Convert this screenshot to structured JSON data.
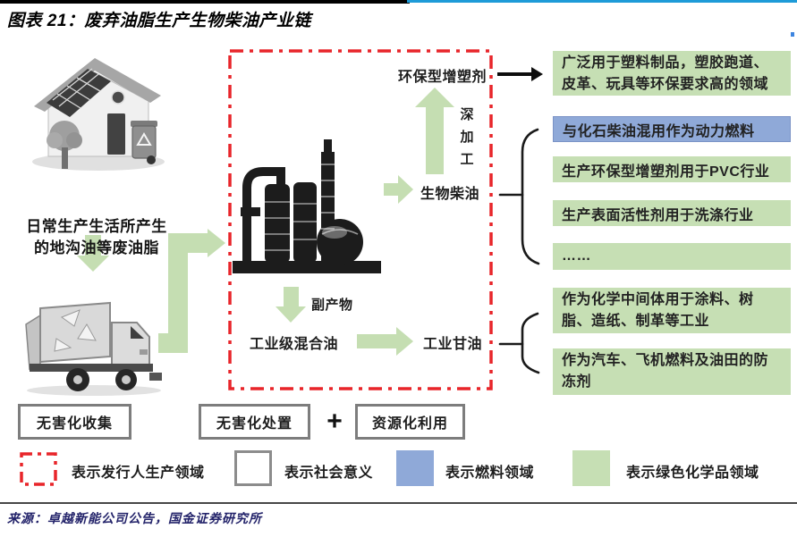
{
  "title": "图表 21：废弃油脂生产生物柴油产业链",
  "left": {
    "caption": "日常生产生活所产生的地沟油等废油脂",
    "collect_label": "无害化收集"
  },
  "process": {
    "plasticizer": "环保型增塑剂",
    "deep_processing": "深加工",
    "biodiesel": "生物柴油",
    "byproduct": "副产物",
    "mixed_oil": "工业级混合油",
    "glycerin": "工业甘油"
  },
  "right_items": [
    {
      "type": "green",
      "text": "广泛用于塑料制品，塑胶跑道、皮革、玩具等环保要求高的领域"
    },
    {
      "type": "blue",
      "text": "与化石柴油混用作为动力燃料"
    },
    {
      "type": "green",
      "text": "生产环保型增塑剂用于PVC行业"
    },
    {
      "type": "green",
      "text": "生产表面活性剂用于洗涤行业"
    },
    {
      "type": "green",
      "text": "……"
    },
    {
      "type": "green",
      "text": "作为化学中间体用于涂料、树脂、造纸、制革等工业"
    },
    {
      "type": "green",
      "text": "作为汽车、飞机燃料及油田的防冻剂"
    }
  ],
  "bottom": {
    "disposal": "无害化处置",
    "plus": "+",
    "resource": "资源化利用"
  },
  "legend": {
    "items": [
      {
        "swatch": "red-dashed-box",
        "label": "表示发行人生产领域"
      },
      {
        "swatch": "white-box",
        "label": "表示社会意义"
      },
      {
        "swatch": "blue-box",
        "label": "表示燃料领域"
      },
      {
        "swatch": "green-box",
        "label": "表示绿色化学品领域"
      }
    ]
  },
  "source": "来源：卓越新能公司公告，国金证券研究所",
  "icons": {
    "house": "house-with-solar-panels-icon",
    "truck": "garbage-truck-icon",
    "plant": "refinery-plant-icon"
  },
  "colors": {
    "green_area": "#c6dfb4",
    "blue_area": "#8fa9d8",
    "issuer_dashed_red": "#e8252a",
    "header_blue": "#1e9bd8",
    "plain_box_border": "#7d7d7d"
  }
}
